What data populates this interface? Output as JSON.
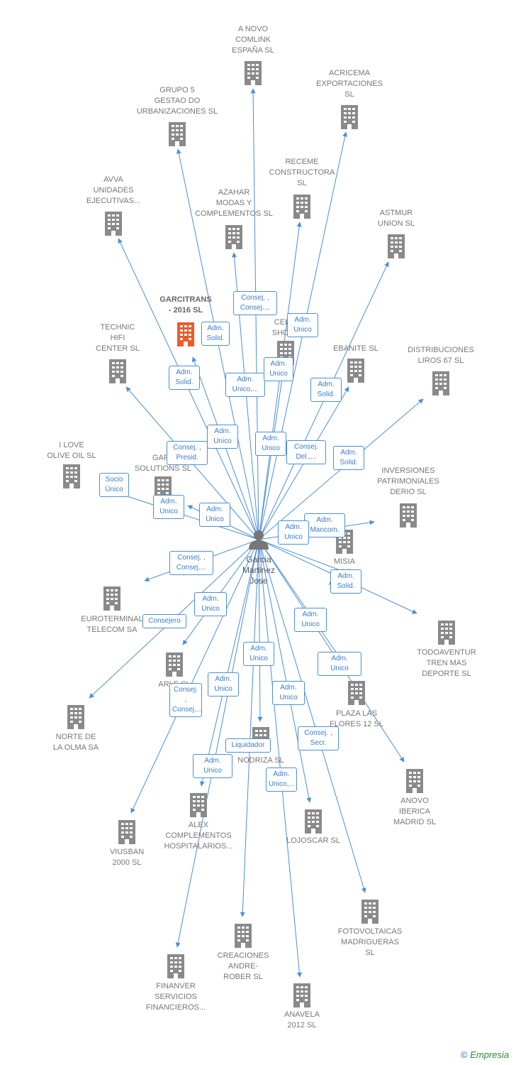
{
  "colors": {
    "edge": "#4a8fdb",
    "building": "#8a8a8a",
    "building_highlight": "#f05a28",
    "person": "#777777"
  },
  "center": {
    "label": "Garcia\nMartinez\nJose",
    "icon": "person-icon"
  },
  "companies": [
    {
      "id": "anovo-comlink",
      "label": "A NOVO\nCOMLINK\nESPAÑA SL"
    },
    {
      "id": "acricema",
      "label": "ACRICEMA\nEXPORTACIONES\nSL"
    },
    {
      "id": "grupo5",
      "label": "GRUPO 5\nGESTAO DO\nURBANIZACIONES SL"
    },
    {
      "id": "receme",
      "label": "RECEME\nCONSTRUCTORA\nSL"
    },
    {
      "id": "avva",
      "label": "AVVA\nUNIDADES\nEJECUTIVAS..."
    },
    {
      "id": "azahar",
      "label": "AZAHAR\nMODAS Y\nCOMPLEMENTOS SL"
    },
    {
      "id": "astmur",
      "label": "ASTMUR\nUNION SL"
    },
    {
      "id": "garcitrans",
      "label": "GARCITRANS\n- 2016 SL",
      "highlight": true
    },
    {
      "id": "celic",
      "label": "CELIC\nSHOES"
    },
    {
      "id": "technic",
      "label": "TECHNIC\nHIFI\nCENTER SL"
    },
    {
      "id": "ebanite",
      "label": "EBANITE SL"
    },
    {
      "id": "distribuciones",
      "label": "DISTRIBUCIONES\nLIROS 67 SL"
    },
    {
      "id": "ilove",
      "label": "I LOVE\nOLIVE OIL SL"
    },
    {
      "id": "garl",
      "label": "GARL\nSOLUTIONS SL"
    },
    {
      "id": "inversiones",
      "label": "INVERSIONES\nPATRIMONIALES\nDERIO SL"
    },
    {
      "id": "misia",
      "label": "MISIA\nVI      S\nAVAN      SL"
    },
    {
      "id": "euroterminal",
      "label": "EUROTERMINAL\nTELECOM SA"
    },
    {
      "id": "todoaventur",
      "label": "TODOAVENTUR\nTREN MAS\nDEPORTE SL"
    },
    {
      "id": "arlebox",
      "label": "ARLE    SL"
    },
    {
      "id": "plaza",
      "label": "PLAZA LAS\nFLORES 12 SL"
    },
    {
      "id": "norte",
      "label": "NORTE DE\nLA OLMA SA"
    },
    {
      "id": "nodriza",
      "label": "NODRIZA SL"
    },
    {
      "id": "anovo-iberica",
      "label": "ANOVO\nIBERICA\nMADRID SL"
    },
    {
      "id": "alex",
      "label": "ALEX\nCOMPLEMENTOS\nHOSPITALARIOS..."
    },
    {
      "id": "lojoscar",
      "label": "LOJOSCAR SL"
    },
    {
      "id": "viusban",
      "label": "VIUSBAN\n2000 SL"
    },
    {
      "id": "fotovoltaicas",
      "label": "FOTOVOLTAICAS\nMADRIGUERAS\nSL"
    },
    {
      "id": "creaciones",
      "label": "CREACIONES\nANDRE-\nROBER SL"
    },
    {
      "id": "finanver",
      "label": "FINANVER\nSERVICIOS\nFINANCIEROS..."
    },
    {
      "id": "anavela",
      "label": "ANAVELA\n2012 SL"
    }
  ],
  "relations": [
    {
      "label": "Consej. ,\nConsej...."
    },
    {
      "label": "Adm.\nSolid."
    },
    {
      "label": "Adm.\nUnico"
    },
    {
      "label": "Adm.\nSolid."
    },
    {
      "label": "Adm.\nUnico,..."
    },
    {
      "label": "Adm.\nUnico"
    },
    {
      "label": "Adm.\nSolid."
    },
    {
      "label": "Adm.\nUnico"
    },
    {
      "label": "Consej. ,\nPresid."
    },
    {
      "label": "Adm.\nUnico"
    },
    {
      "label": "Consej.\nDel.,..."
    },
    {
      "label": "Adm.\nSolid."
    },
    {
      "label": "Socio\nÚnico"
    },
    {
      "label": "Adm.\nUnico"
    },
    {
      "label": "Adm.\nUnico"
    },
    {
      "label": "Adm.\nMancom."
    },
    {
      "label": "Adm.\nUnico"
    },
    {
      "label": "Consej. ,\nConsej...."
    },
    {
      "label": "Adm.\nUnico"
    },
    {
      "label": "Adm.\nUnico"
    },
    {
      "label": "Consejero"
    },
    {
      "label": "Adm.\nUnico"
    },
    {
      "label": "Adm.\nUnico"
    },
    {
      "label": "Consej. ,\nConsej...."
    },
    {
      "label": "Adm.\nUnico"
    },
    {
      "label": "Adm.\nUnico"
    },
    {
      "label": "Adm.\nUnico"
    },
    {
      "label": "Liquidador"
    },
    {
      "label": "Consej. ,\nSecr."
    },
    {
      "label": "Adm.\nUnico,..."
    },
    {
      "label": "Adm.\nSolid."
    }
  ],
  "footer": {
    "copyright": "©",
    "brand": "Empresia"
  }
}
